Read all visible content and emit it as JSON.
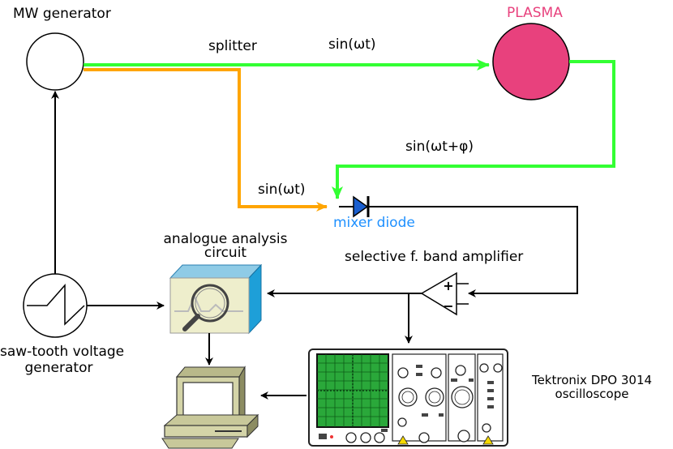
{
  "labels": {
    "mw_generator": "MW generator",
    "plasma": "PLASMA",
    "splitter": "splitter",
    "sin_top": "sin(ωt)",
    "sin_phase": "sin(ωt+φ)",
    "sin_left": "sin(ωt)",
    "mixer_diode": "mixer diode",
    "analysis_line1": "analogue analysis",
    "analysis_line2": "circuit",
    "amplifier": "selective f. band amplifier",
    "sawtooth_line1": "saw-tooth voltage",
    "sawtooth_line2": "generator",
    "scope_line1": "Tektronix DPO 3014",
    "scope_line2": "oscilloscope",
    "amp_plus": "+",
    "amp_minus": "−"
  },
  "colors": {
    "green_path": "#33ff33",
    "orange_path": "#ffa500",
    "plasma": "#e8417d",
    "diode": "#1a5fd0",
    "mixer_label": "#1e90ff",
    "analysis_blue": "#1e9fd8",
    "analysis_face": "#eeeecc"
  }
}
